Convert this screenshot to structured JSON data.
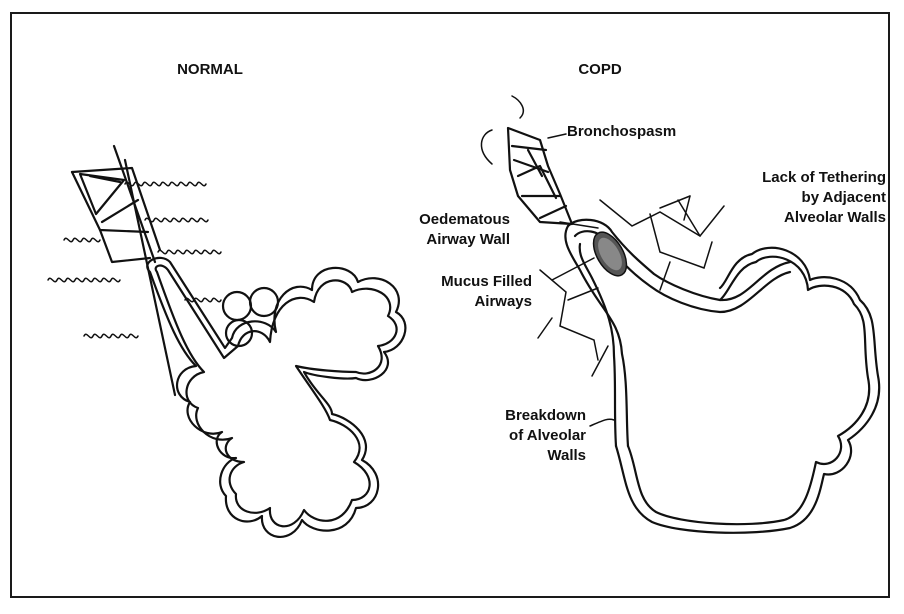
{
  "titles": {
    "normal": "NORMAL",
    "copd": "COPD"
  },
  "labels": {
    "bronchospasm": "Bronchospasm",
    "lack_tethering": [
      "Lack of Tethering",
      "by Adjacent",
      "Alveolar Walls"
    ],
    "oedematous": [
      "Oedematous",
      "Airway Wall"
    ],
    "mucus": [
      "Mucus Filled",
      "Airways"
    ],
    "breakdown": [
      "Breakdown",
      "of Alveolar",
      "Walls"
    ]
  },
  "colors": {
    "ink": "#111111",
    "background": "#ffffff"
  }
}
